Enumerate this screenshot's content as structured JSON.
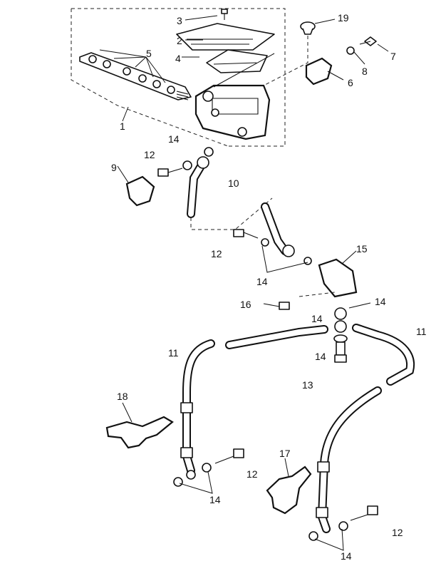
{
  "callouts": {
    "c1": "1",
    "c2": "2",
    "c3": "3",
    "c4": "4",
    "c5": "5",
    "c6": "6",
    "c7": "7",
    "c8": "8",
    "c9": "9",
    "c10": "10",
    "c11a": "11",
    "c11b": "11",
    "c12a": "12",
    "c12b": "12",
    "c12c": "12",
    "c12d": "12",
    "c13": "13",
    "c14a": "14",
    "c14b": "14",
    "c14c": "14",
    "c14d": "14",
    "c14e": "14",
    "c14f": "14",
    "c14g": "14",
    "c15": "15",
    "c16": "16",
    "c17": "17",
    "c18": "18",
    "c19": "19"
  }
}
